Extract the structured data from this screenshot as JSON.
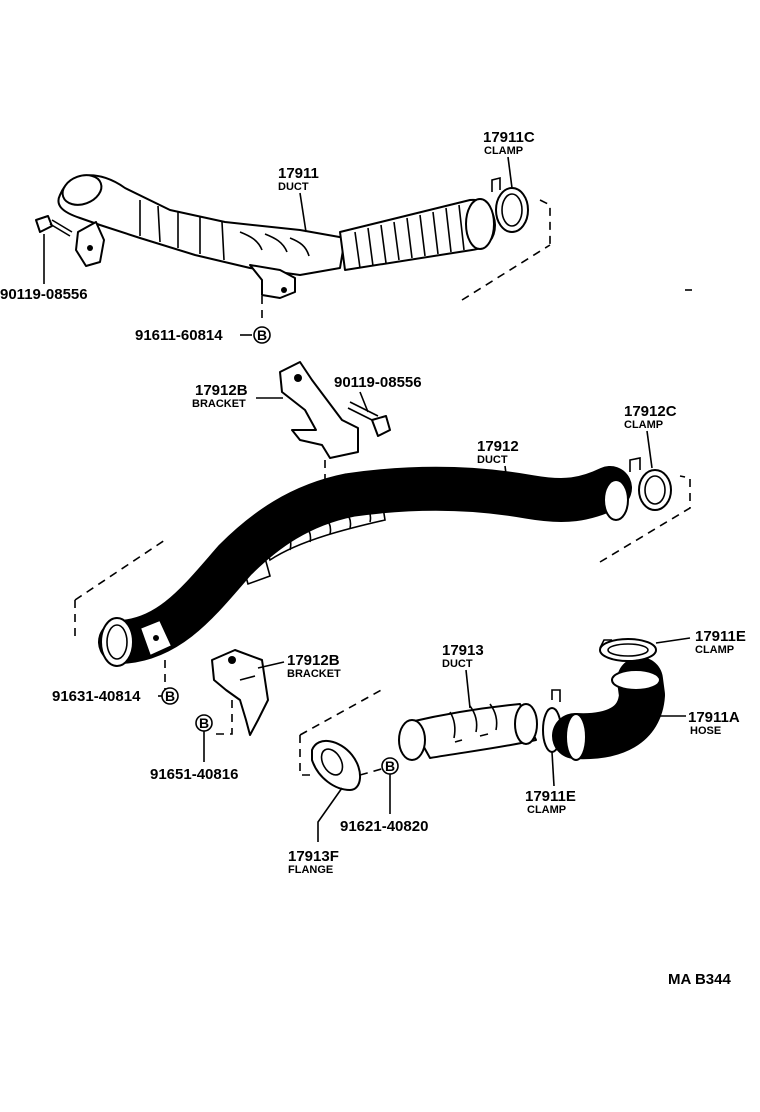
{
  "parts": {
    "p17911C": {
      "number": "17911C",
      "name": "CLAMP"
    },
    "p17911": {
      "number": "17911",
      "name": "DUCT"
    },
    "p90119_a": {
      "number": "90119-08556"
    },
    "p91611": {
      "number": "91611-60814",
      "marker": "B"
    },
    "p17912B_a": {
      "number": "17912B",
      "name": "BRACKET"
    },
    "p90119_b": {
      "number": "90119-08556"
    },
    "p17912C": {
      "number": "17912C",
      "name": "CLAMP"
    },
    "p17912": {
      "number": "17912",
      "name": "DUCT"
    },
    "p17911E_a": {
      "number": "17911E",
      "name": "CLAMP"
    },
    "p17913": {
      "number": "17913",
      "name": "DUCT"
    },
    "p17912B_b": {
      "number": "17912B",
      "name": "BRACKET"
    },
    "p91631": {
      "number": "91631-40814",
      "marker": "B"
    },
    "p17911A": {
      "number": "17911A",
      "name": "HOSE"
    },
    "p91651": {
      "number": "91651-40816",
      "marker": "B"
    },
    "p17911E_b": {
      "number": "17911E",
      "name": "CLAMP"
    },
    "p91621": {
      "number": "91621-40820",
      "marker": "B"
    },
    "p17913F": {
      "number": "17913F",
      "name": "FLANGE"
    }
  },
  "diagram_ref": "MA B344"
}
